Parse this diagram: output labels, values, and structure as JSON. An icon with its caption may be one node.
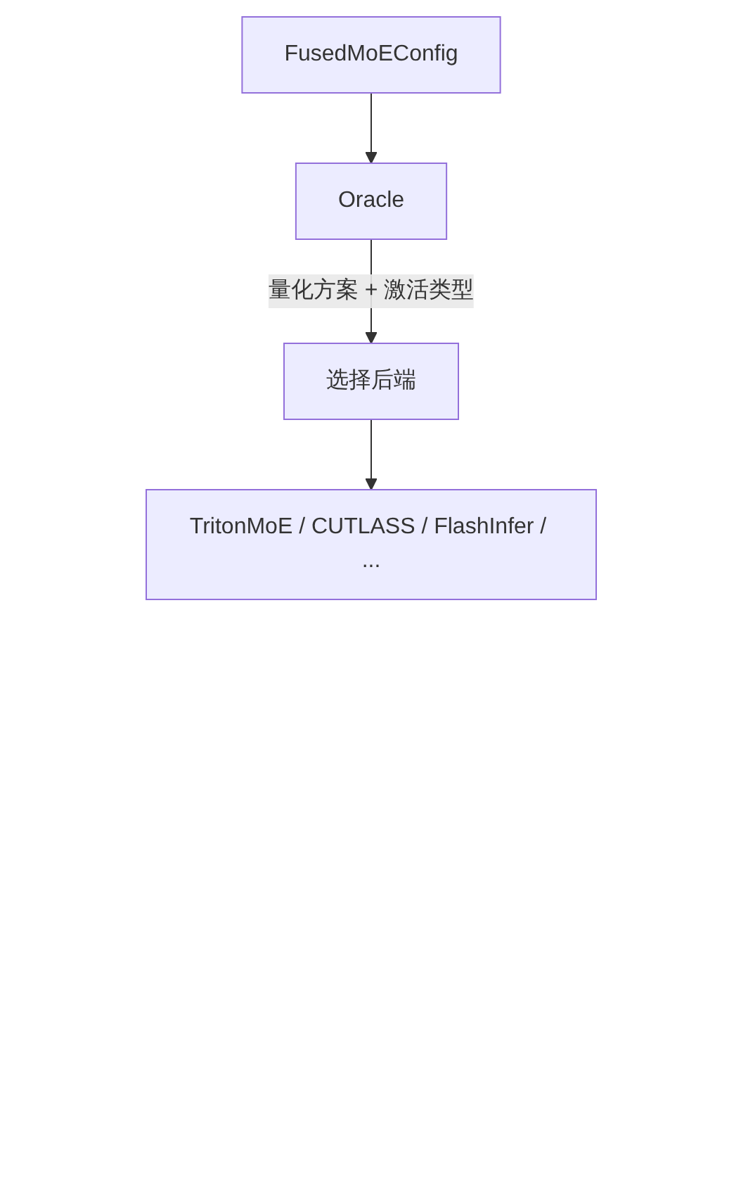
{
  "diagram": {
    "nodes": [
      {
        "text": [
          "FusedMoEConfig"
        ]
      },
      {
        "text": [
          "Oracle"
        ]
      },
      {
        "text": [
          "选择后端"
        ]
      },
      {
        "text": [
          "TritonMoE / CUTLASS / FlashInfer / ..."
        ]
      }
    ],
    "edges": [
      {
        "from": 0,
        "to": 1,
        "arrow": "to"
      },
      {
        "from": 1,
        "to": 2,
        "arrow": "to",
        "label": "量化方案 + 激活类型"
      },
      {
        "from": 2,
        "to": 3,
        "arrow": "to"
      }
    ]
  }
}
